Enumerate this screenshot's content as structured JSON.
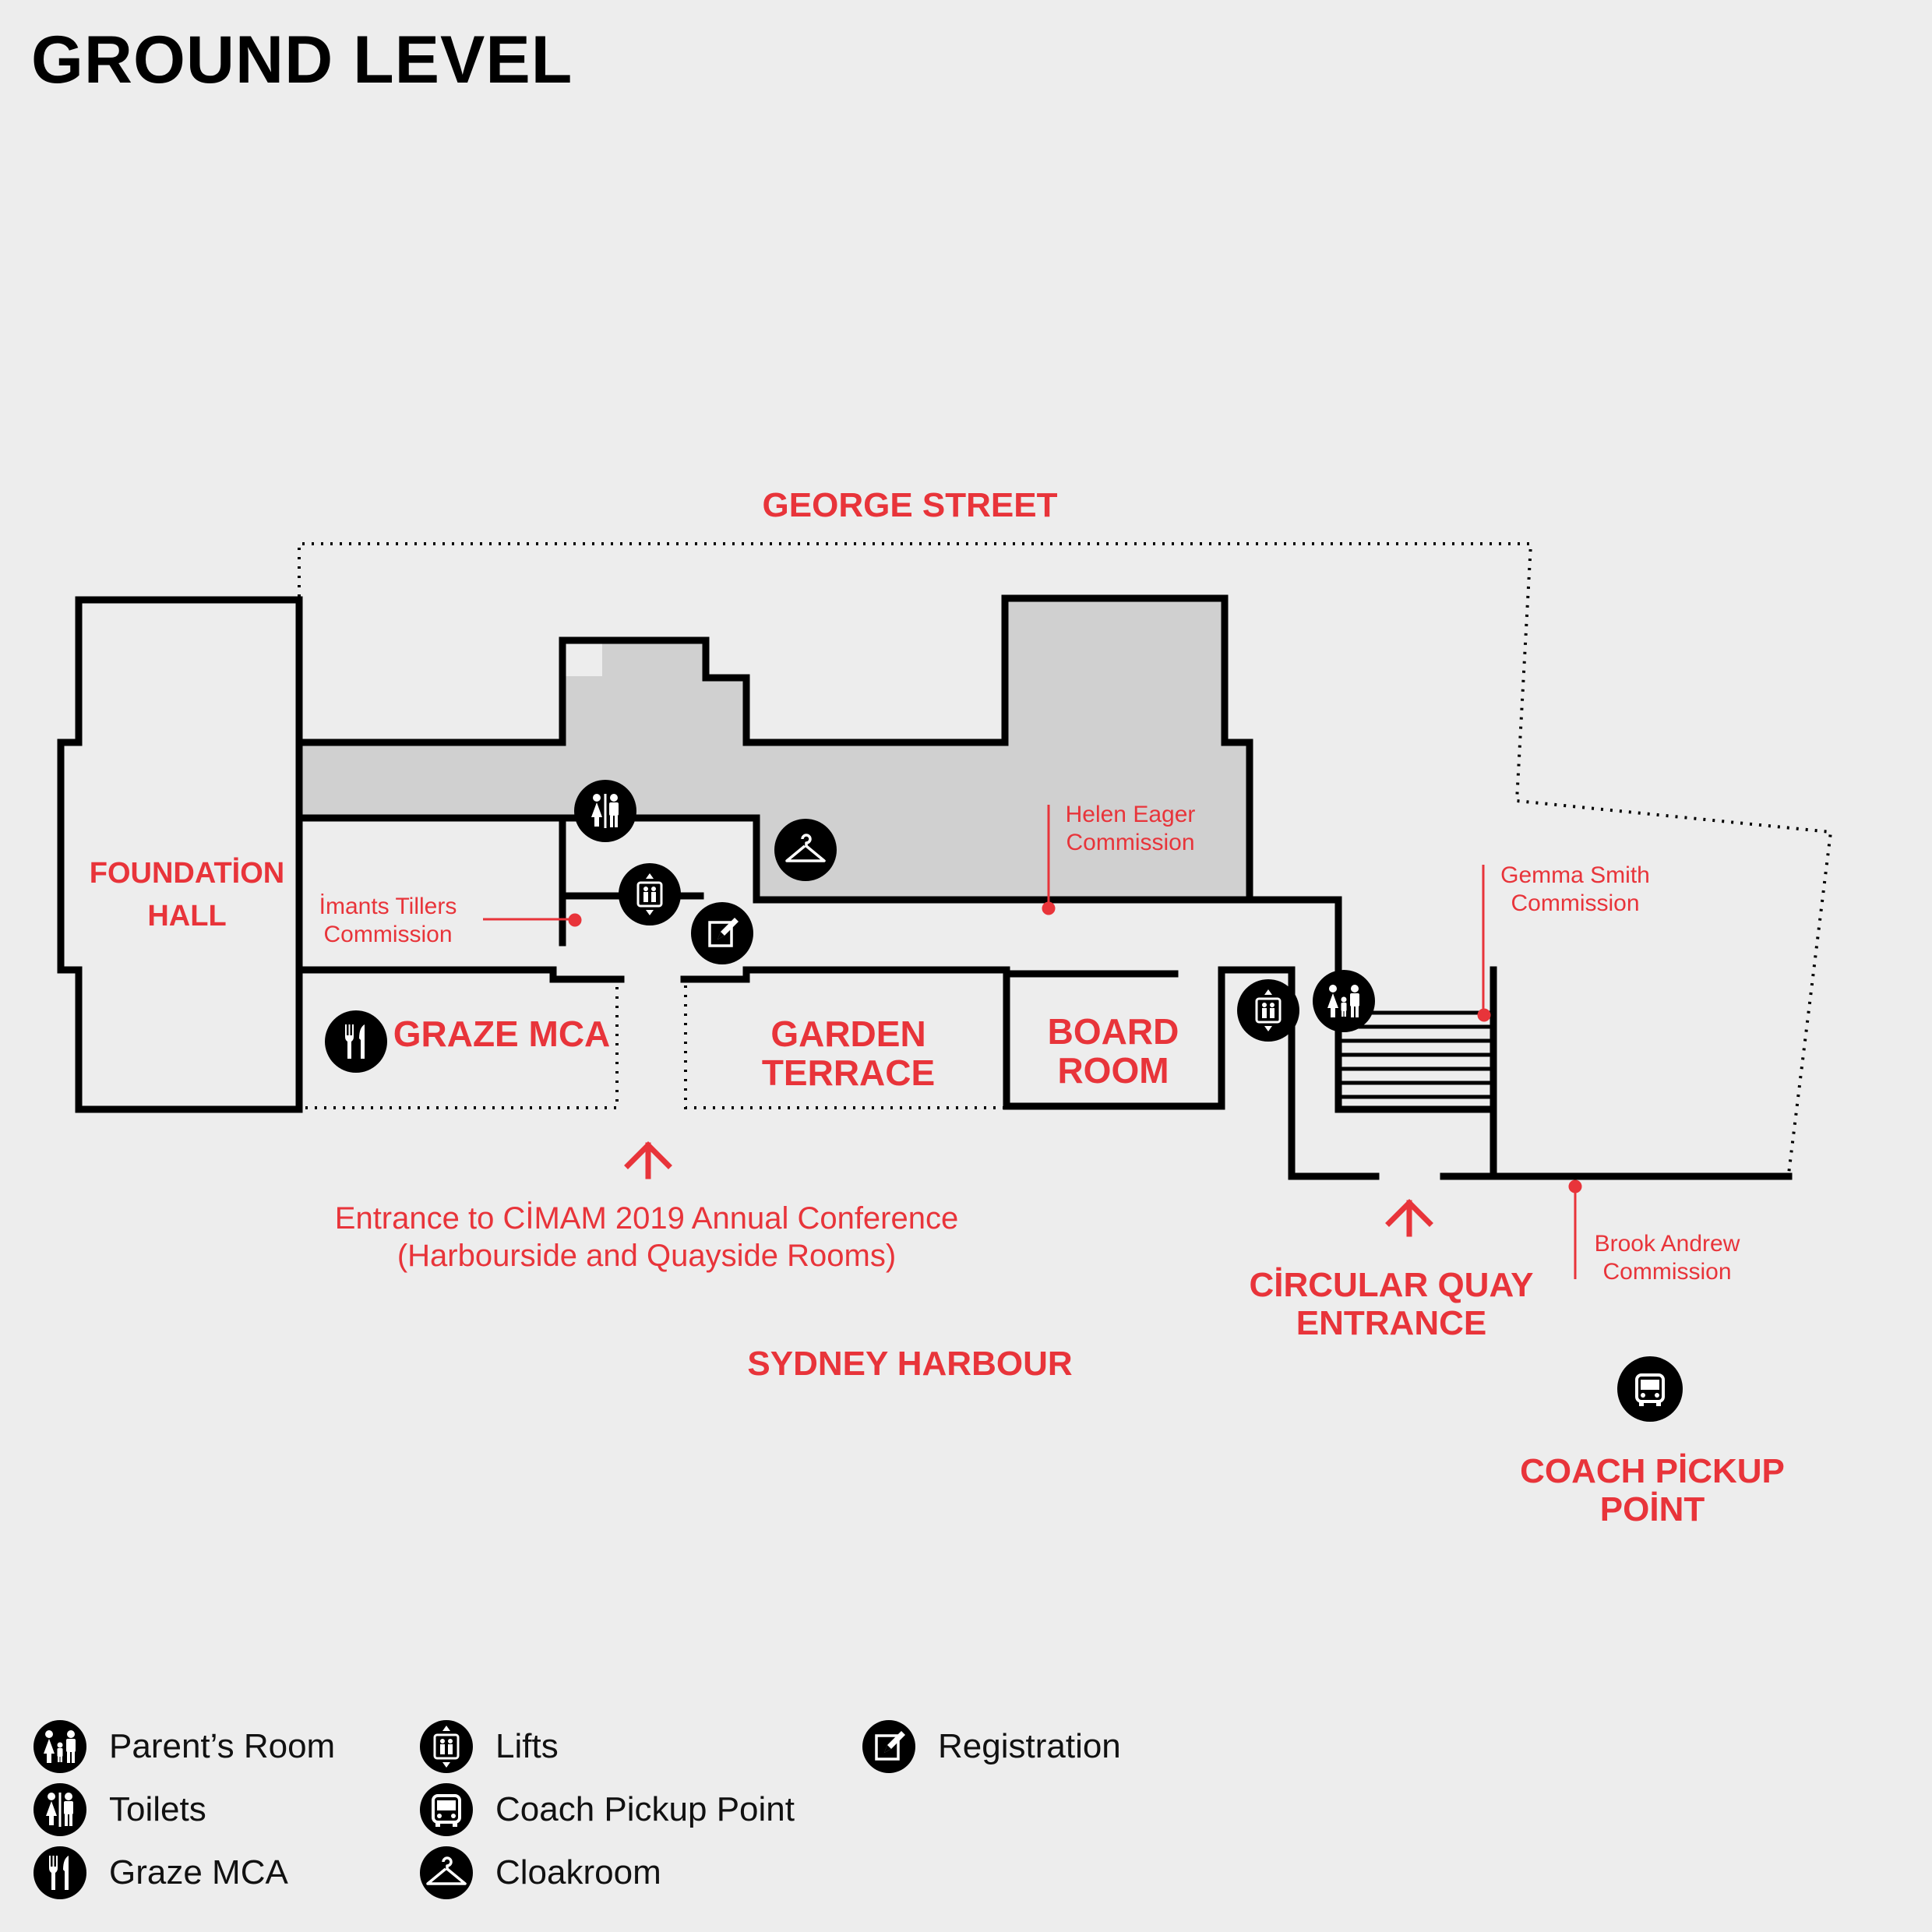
{
  "title": "GROUND LEVEL",
  "streets": {
    "top": "GEORGE STREET",
    "bottom": "SYDNEY HARBOUR"
  },
  "areas": {
    "foundation_hall": [
      "FOUNDATİON",
      "HALL"
    ],
    "graze_mca": "GRAZE MCA",
    "garden_terrace": [
      "GARDEN",
      "TERRACE"
    ],
    "board_room": [
      "BOARD",
      "ROOM"
    ],
    "circular_quay": [
      "CİRCULAR QUAY",
      "ENTRANCE"
    ],
    "coach_pickup": [
      "COACH PİCKUP",
      "POİNT"
    ]
  },
  "commissions": {
    "imants": [
      "İmants Tillers",
      "Commission"
    ],
    "helen": [
      "Helen Eager",
      "Commission"
    ],
    "gemma": [
      "Gemma Smith",
      "Commission"
    ],
    "brook": [
      "Brook Andrew",
      "Commission"
    ]
  },
  "entrance_note": [
    "Entrance to CİMAM 2019 Annual Conference",
    "(Harbourside and Quayside Rooms)"
  ],
  "legend": [
    {
      "icon": "parents-room-icon",
      "label": "Parent’s Room"
    },
    {
      "icon": "toilets-icon",
      "label": "Toilets"
    },
    {
      "icon": "graze-mca-icon",
      "label": "Graze MCA"
    },
    {
      "icon": "lifts-icon",
      "label": "Lifts"
    },
    {
      "icon": "coach-icon",
      "label": "Coach Pickup Point"
    },
    {
      "icon": "cloakroom-icon",
      "label": "Cloakroom"
    },
    {
      "icon": "registration-icon",
      "label": "Registration"
    }
  ],
  "colors": {
    "accent": "#e8343a",
    "ink": "#000000",
    "background": "#ededed",
    "shaded": "#d0d0d0"
  }
}
